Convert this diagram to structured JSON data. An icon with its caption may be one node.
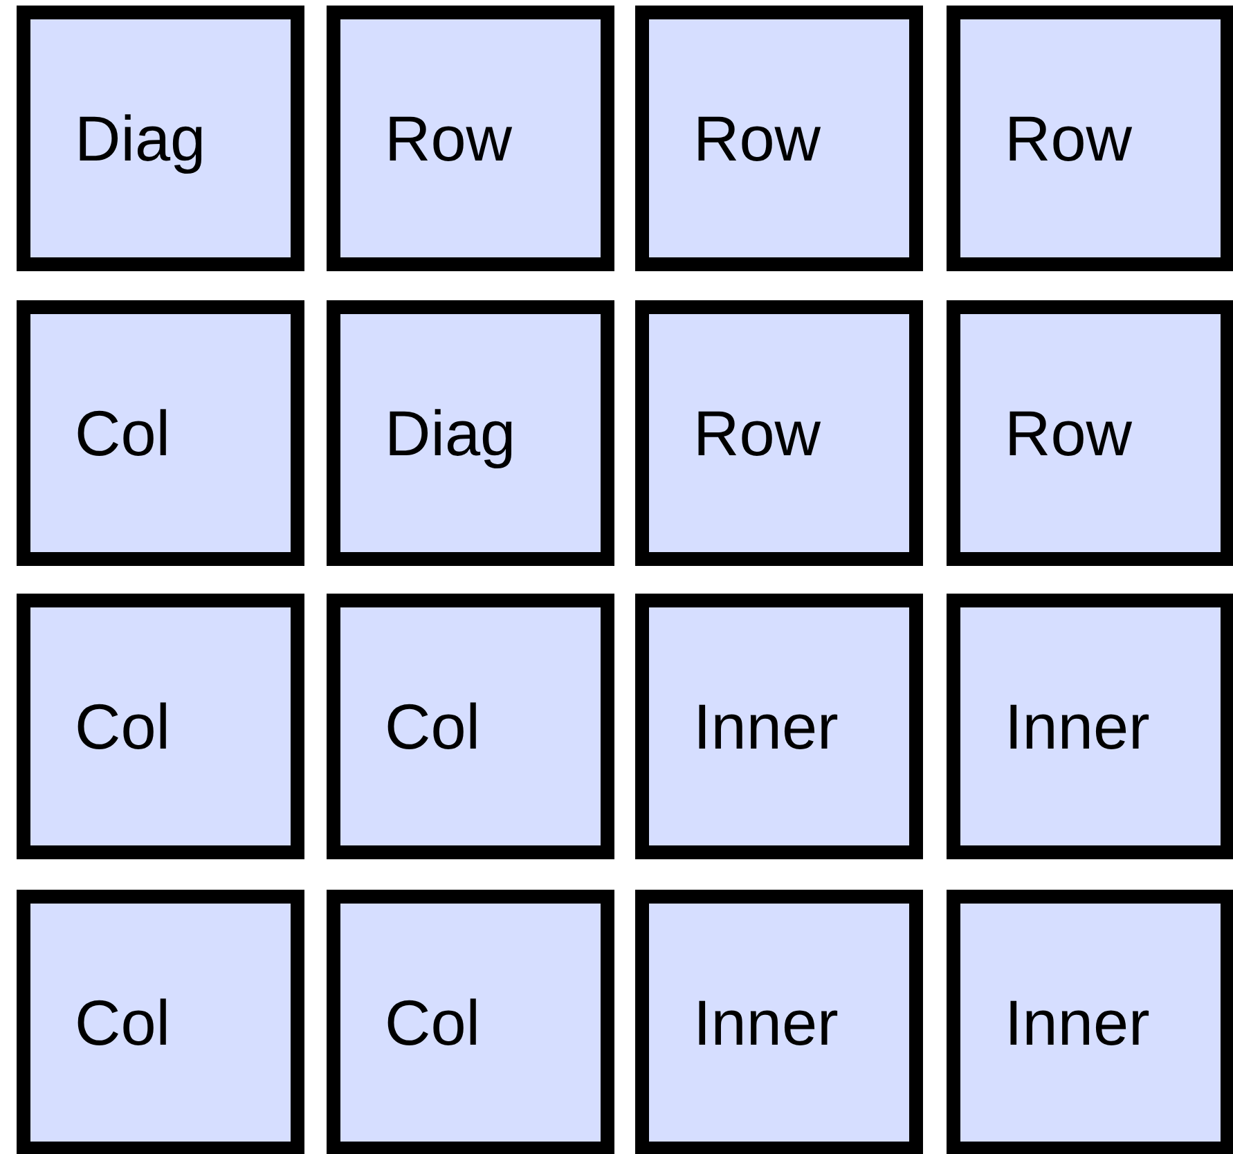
{
  "diagram": {
    "nodes": [
      {
        "text": [
          "Diag"
        ]
      },
      {
        "text": [
          "Row"
        ]
      },
      {
        "text": [
          "Row"
        ]
      },
      {
        "text": [
          "Row"
        ]
      },
      {
        "text": [
          "Col"
        ]
      },
      {
        "text": [
          "Diag"
        ]
      },
      {
        "text": [
          "Row"
        ]
      },
      {
        "text": [
          "Row"
        ]
      },
      {
        "text": [
          "Col"
        ]
      },
      {
        "text": [
          "Col"
        ]
      },
      {
        "text": [
          "Inner"
        ]
      },
      {
        "text": [
          "Inner"
        ]
      },
      {
        "text": [
          "Col"
        ]
      },
      {
        "text": [
          "Col"
        ]
      },
      {
        "text": [
          "Inner"
        ]
      },
      {
        "text": [
          "Inner"
        ]
      }
    ]
  }
}
